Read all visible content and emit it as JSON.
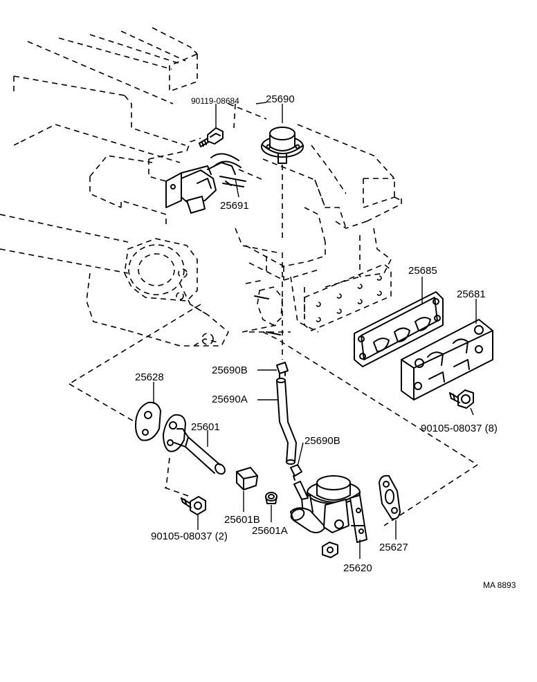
{
  "labels": {
    "p90119_08684": "90119-08684",
    "p25690": "25690",
    "p25691": "25691",
    "p25685": "25685",
    "p25681": "25681",
    "p25690b_top": "25690B",
    "p25690a": "25690A",
    "p25690b_bottom": "25690B",
    "p25628": "25628",
    "p25601": "25601",
    "p90105_08037_8": "90105-08037 (8)",
    "p25601b": "25601B",
    "p25601a": "25601A",
    "p90105_08037_2": "90105-08037 (2)",
    "p25627": "25627",
    "p25620": "25620",
    "figure_code": "MA  8893"
  }
}
